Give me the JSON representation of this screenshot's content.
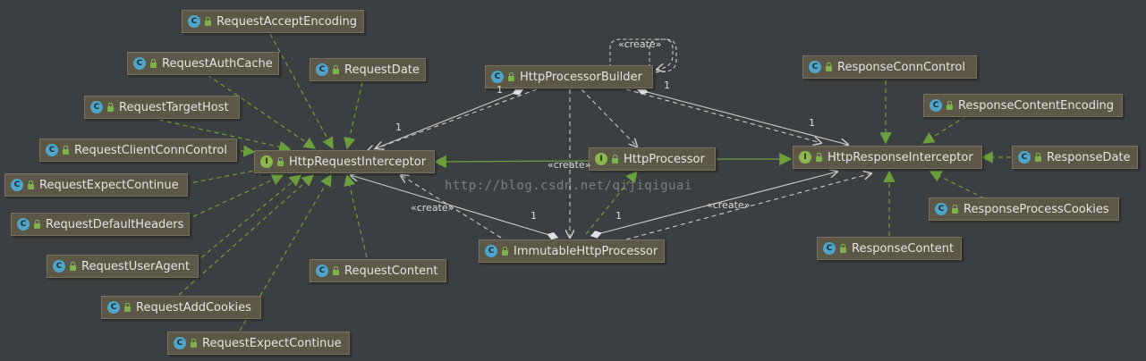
{
  "colors": {
    "background": "#3c3f41",
    "node_fill": "#5c5747",
    "implements_edge": "#6a9f3c",
    "association_edge": "#c8c8c8",
    "class_badge": "#4fa5c8",
    "interface_badge": "#8ab74e"
  },
  "nodes": {
    "request_accept_encoding": {
      "name": "RequestAcceptEncoding",
      "kind": "class"
    },
    "request_auth_cache": {
      "name": "RequestAuthCache",
      "kind": "class"
    },
    "request_date": {
      "name": "RequestDate",
      "kind": "class"
    },
    "request_target_host": {
      "name": "RequestTargetHost",
      "kind": "class"
    },
    "request_client_conn_control": {
      "name": "RequestClientConnControl",
      "kind": "class"
    },
    "request_expect_continue_1": {
      "name": "RequestExpectContinue",
      "kind": "class"
    },
    "request_default_headers": {
      "name": "RequestDefaultHeaders",
      "kind": "class"
    },
    "request_user_agent": {
      "name": "RequestUserAgent",
      "kind": "class"
    },
    "request_add_cookies": {
      "name": "RequestAddCookies",
      "kind": "class"
    },
    "request_expect_continue_2": {
      "name": "RequestExpectContinue",
      "kind": "class"
    },
    "request_content": {
      "name": "RequestContent",
      "kind": "class"
    },
    "http_request_interceptor": {
      "name": "HttpRequestInterceptor",
      "kind": "interface"
    },
    "http_processor_builder": {
      "name": "HttpProcessorBuilder",
      "kind": "class"
    },
    "http_processor": {
      "name": "HttpProcessor",
      "kind": "interface"
    },
    "immutable_http_processor": {
      "name": "ImmutableHttpProcessor",
      "kind": "class"
    },
    "http_response_interceptor": {
      "name": "HttpResponseInterceptor",
      "kind": "interface"
    },
    "response_conn_control": {
      "name": "ResponseConnControl",
      "kind": "class"
    },
    "response_content_encoding": {
      "name": "ResponseContentEncoding",
      "kind": "class"
    },
    "response_date": {
      "name": "ResponseDate",
      "kind": "class"
    },
    "response_process_cookies": {
      "name": "ResponseProcessCookies",
      "kind": "class"
    },
    "response_content": {
      "name": "ResponseContent",
      "kind": "class"
    }
  },
  "edge_labels": {
    "create": "«create»",
    "one": "1"
  },
  "watermark": "http://blog.csdn.net/qijiqiguai"
}
